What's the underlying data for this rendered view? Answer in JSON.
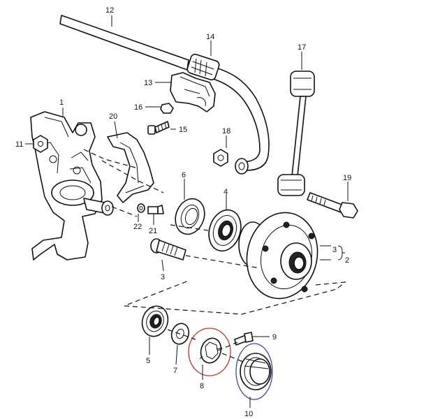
{
  "callouts": {
    "c1": "1",
    "c2": "2",
    "c3a": "3",
    "c3b": "3",
    "c4": "4",
    "c5": "5",
    "c6": "6",
    "c7": "7",
    "c8": "8",
    "c9": "9",
    "c10": "10",
    "c11": "11",
    "c12": "12",
    "c13": "13",
    "c14": "14",
    "c15": "15",
    "c16": "16",
    "c17": "17",
    "c18": "18",
    "c19": "19",
    "c20": "20",
    "c21": "21",
    "c22": "22"
  },
  "highlights": {
    "part_8_ring_color": "#c0392b",
    "part_10_ring_color": "#3a4aa8"
  }
}
